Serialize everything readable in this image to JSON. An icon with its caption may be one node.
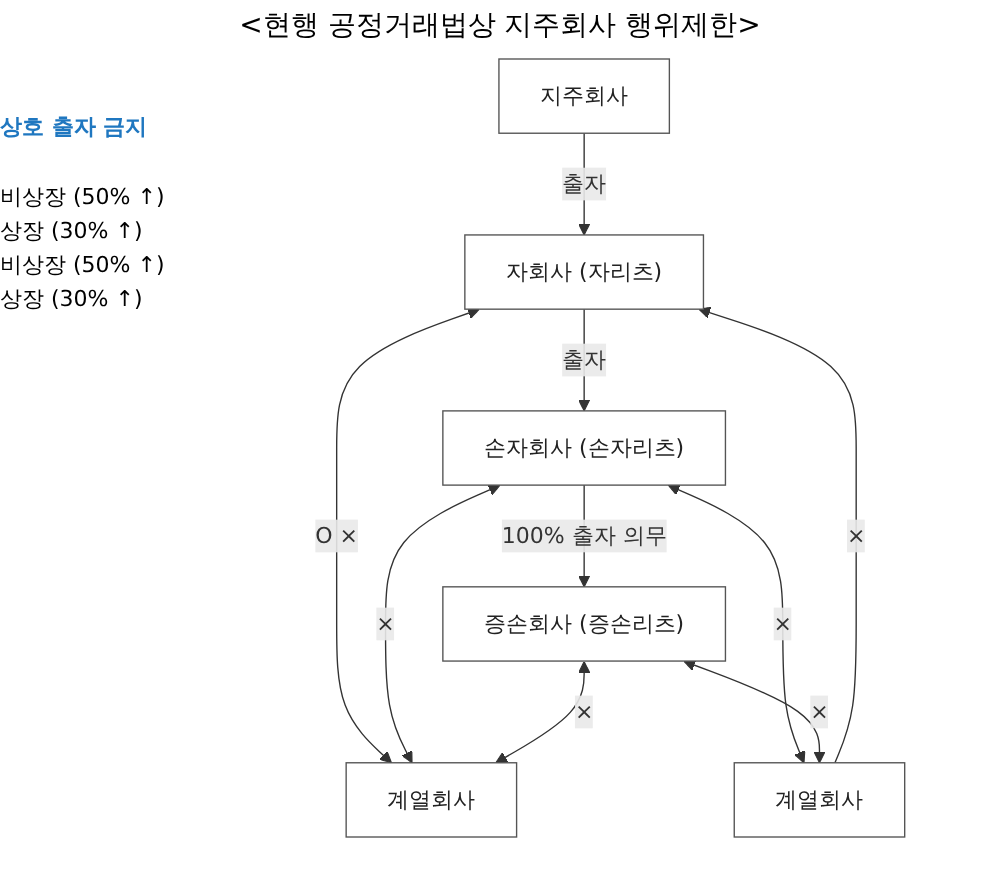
{
  "diagram": {
    "title": "<현행 공정거래법상 지주회사 행위제한>",
    "nodes": [
      {
        "text": [
          "지주회사"
        ]
      },
      {
        "text": [
          "자회사 (자리츠)"
        ]
      },
      {
        "text": [
          "손자회사 (손자리츠)"
        ]
      },
      {
        "text": [
          "증손회사 (증손리츠)"
        ]
      },
      {
        "text": [
          "계열회사"
        ]
      },
      {
        "text": [
          "계열회사"
        ]
      }
    ],
    "edges": [
      {
        "from": 0,
        "to": 1,
        "arrow": "to",
        "label": "출자"
      },
      {
        "from": 1,
        "to": 2,
        "arrow": "to",
        "label": "출자"
      },
      {
        "from": 2,
        "to": 3,
        "arrow": "to",
        "label": "100% 출자 의무"
      },
      {
        "from": 1,
        "to": 4,
        "arrow": "both",
        "label": "O ×"
      },
      {
        "from": 5,
        "to": 1,
        "arrow": "to",
        "label": "×"
      },
      {
        "from": 2,
        "to": 4,
        "arrow": "both",
        "label": "×"
      },
      {
        "from": 2,
        "to": 5,
        "arrow": "both",
        "label": "×"
      },
      {
        "from": 3,
        "to": 4,
        "arrow": "both",
        "label": "×"
      },
      {
        "from": 3,
        "to": 5,
        "arrow": "both",
        "label": "×"
      }
    ],
    "labels": [
      "상호 출자 금지",
      "비상장 (50% ↑)",
      "상장 (30% ↑)",
      "비상장 (50% ↑)",
      "상장 (30% ↑)"
    ]
  }
}
